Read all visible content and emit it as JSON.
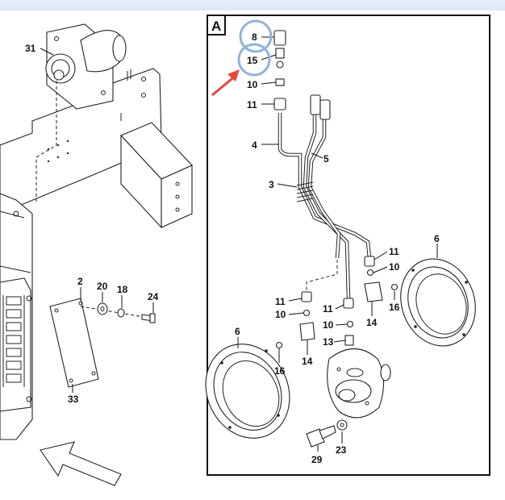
{
  "panel": {
    "letter": "A"
  },
  "callouts": {
    "left": {
      "c31": "31",
      "c2": "2",
      "c20": "20",
      "c18": "18",
      "c24": "24",
      "c33": "33"
    },
    "panel": {
      "c8": "8",
      "c15": "15",
      "c10a": "10",
      "c11a": "11",
      "c4": "4",
      "c5": "5",
      "c3": "3",
      "c6a": "6",
      "c11b": "11",
      "c10b": "10",
      "c16a": "16",
      "c14a": "14",
      "c11c": "11",
      "c10c": "10",
      "c11d": "11",
      "c10d": "10",
      "c13": "13",
      "c6b": "6",
      "c16b": "16",
      "c14b": "14",
      "c29": "29",
      "c23": "23"
    }
  },
  "highlight": {
    "circle_color": "#8fb3db",
    "arrow_color": "#e8443a",
    "topbar_color": "#dfe6f6"
  }
}
